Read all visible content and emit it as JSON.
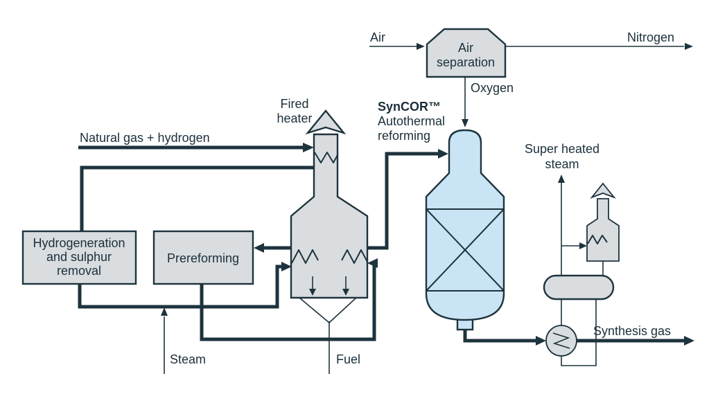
{
  "colors": {
    "line": "#1d333d",
    "text": "#1b2f3a",
    "unit-fill": "#d9dde0",
    "reactor-fill": "#c9e4f4",
    "bg": "#ffffff"
  },
  "labels": {
    "air": "Air",
    "nitrogen": "Nitrogen",
    "oxygen": "Oxygen",
    "natural_gas": "Natural gas + hydrogen",
    "steam": "Steam",
    "fuel": "Fuel",
    "superheated": [
      "Super heated",
      "steam"
    ],
    "synthesis_gas": "Synthesis gas"
  },
  "units": {
    "air_separation": [
      "Air",
      "separation"
    ],
    "fired_heater": [
      "Fired",
      "heater"
    ],
    "syncor": [
      "SynCOR™",
      "Autothermal",
      "reforming"
    ],
    "hydrogenation": [
      "Hydrogeneration",
      "and sulphur",
      "removal"
    ],
    "prereforming": "Prereforming"
  }
}
